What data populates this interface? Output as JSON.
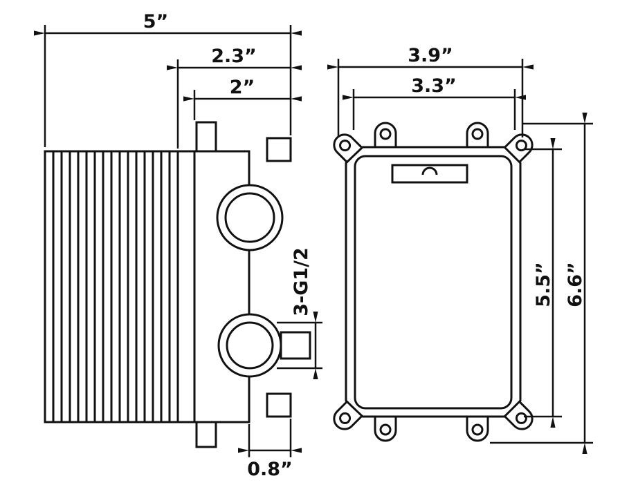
{
  "diagram": {
    "kind": "technical-drawing",
    "views": {
      "side_view": "valve side profile with plaster guard",
      "front_view": "rough-in box front face with mounting ears"
    },
    "labels": {
      "overall_width": "5”",
      "guard_depth": "2.3”",
      "plate_depth": "2”",
      "outlet_offset": "0.8”",
      "thread_spec": "3-G1/2",
      "front_width_overall": "3.9”",
      "front_width_body": "3.3”",
      "front_height_body": "5.5”",
      "front_height_overall": "6.6”"
    },
    "colors": {
      "line": "#111111",
      "background": "#ffffff"
    }
  }
}
